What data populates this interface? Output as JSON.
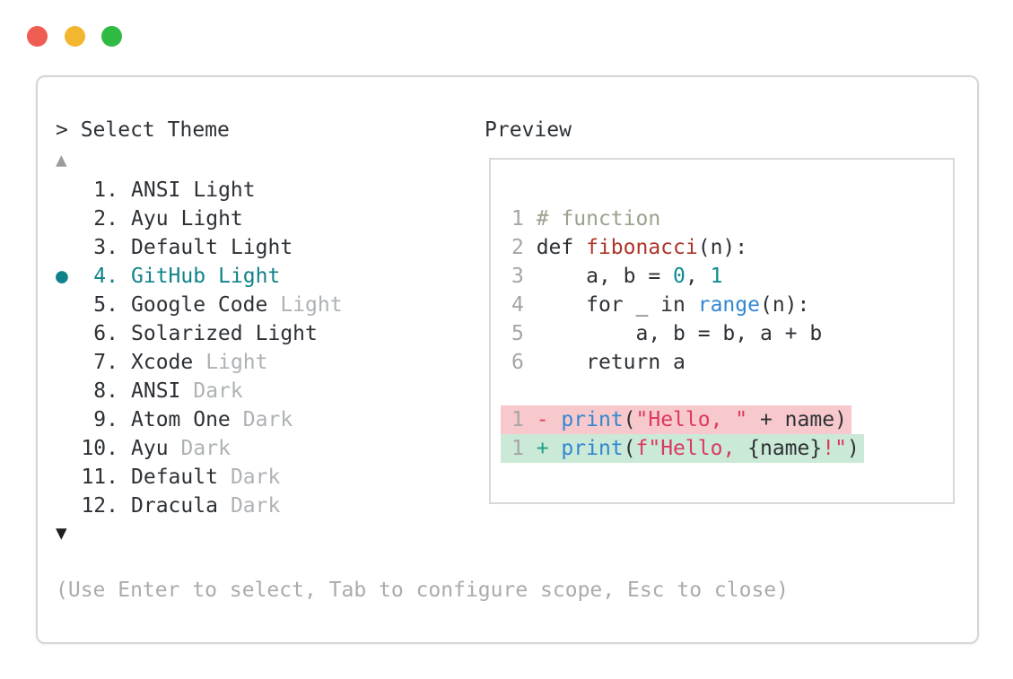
{
  "window_controls": [
    {
      "name": "close",
      "color": "#ee5c52"
    },
    {
      "name": "minimize",
      "color": "#f3b62f"
    },
    {
      "name": "zoom",
      "color": "#2fbb43"
    }
  ],
  "picker": {
    "prompt": "> Select Theme",
    "scroll_up_symbol": "▲",
    "scroll_down_symbol": "▼",
    "selected_bullet": "●",
    "hint": "(Use Enter to select, Tab to configure scope, Esc to close)",
    "items": [
      {
        "number": "1.",
        "name": "ANSI",
        "variant": "Light",
        "variant_dim": false,
        "selected": false
      },
      {
        "number": "2.",
        "name": "Ayu",
        "variant": "Light",
        "variant_dim": false,
        "selected": false
      },
      {
        "number": "3.",
        "name": "Default",
        "variant": "Light",
        "variant_dim": false,
        "selected": false
      },
      {
        "number": "4.",
        "name": "GitHub",
        "variant": "Light",
        "variant_dim": false,
        "selected": true
      },
      {
        "number": "5.",
        "name": "Google Code",
        "variant": "Light",
        "variant_dim": true,
        "selected": false
      },
      {
        "number": "6.",
        "name": "Solarized",
        "variant": "Light",
        "variant_dim": false,
        "selected": false
      },
      {
        "number": "7.",
        "name": "Xcode",
        "variant": "Light",
        "variant_dim": true,
        "selected": false
      },
      {
        "number": "8.",
        "name": "ANSI",
        "variant": "Dark",
        "variant_dim": true,
        "selected": false
      },
      {
        "number": "9.",
        "name": "Atom One",
        "variant": "Dark",
        "variant_dim": true,
        "selected": false
      },
      {
        "number": "10.",
        "name": "Ayu",
        "variant": "Dark",
        "variant_dim": true,
        "selected": false
      },
      {
        "number": "11.",
        "name": "Default",
        "variant": "Dark",
        "variant_dim": true,
        "selected": false
      },
      {
        "number": "12.",
        "name": "Dracula",
        "variant": "Dark",
        "variant_dim": true,
        "selected": false
      }
    ]
  },
  "preview": {
    "label": "Preview",
    "code_lines": [
      {
        "number": "1",
        "tokens": [
          {
            "text": "# function",
            "color": "comment"
          }
        ]
      },
      {
        "number": "2",
        "tokens": [
          {
            "text": "def ",
            "color": "text"
          },
          {
            "text": "fibonacci",
            "color": "function"
          },
          {
            "text": "(n):",
            "color": "text"
          }
        ]
      },
      {
        "number": "3",
        "tokens": [
          {
            "text": "    a, b = ",
            "color": "text"
          },
          {
            "text": "0",
            "color": "number"
          },
          {
            "text": ", ",
            "color": "text"
          },
          {
            "text": "1",
            "color": "number"
          }
        ]
      },
      {
        "number": "4",
        "tokens": [
          {
            "text": "    for _ in ",
            "color": "text"
          },
          {
            "text": "range",
            "color": "builtin"
          },
          {
            "text": "(n):",
            "color": "text"
          }
        ]
      },
      {
        "number": "5",
        "tokens": [
          {
            "text": "        a, b = b, a + b",
            "color": "text"
          }
        ]
      },
      {
        "number": "6",
        "tokens": [
          {
            "text": "    return a",
            "color": "text"
          }
        ]
      }
    ],
    "diff_lines": [
      {
        "number": "1",
        "kind": "removed",
        "tokens": [
          {
            "text": "- ",
            "color": "removed-sign"
          },
          {
            "text": "print",
            "color": "builtin"
          },
          {
            "text": "(",
            "color": "text"
          },
          {
            "text": "\"Hello, \"",
            "color": "string"
          },
          {
            "text": " + name)",
            "color": "text"
          }
        ]
      },
      {
        "number": "1",
        "kind": "added",
        "tokens": [
          {
            "text": "+ ",
            "color": "added-sign"
          },
          {
            "text": "print",
            "color": "builtin"
          },
          {
            "text": "(",
            "color": "text"
          },
          {
            "text": "f\"Hello, ",
            "color": "string"
          },
          {
            "text": "{name}",
            "color": "text"
          },
          {
            "text": "!\"",
            "color": "string"
          },
          {
            "text": ")",
            "color": "text"
          }
        ]
      }
    ]
  },
  "colors": {
    "accent_teal": "#10838a",
    "text": "#2d3136",
    "dim_gray": "#aeb2b5",
    "comment": "#9aa38f",
    "function_red": "#ae352a",
    "number_teal": "#0f8b8d",
    "builtin_blue": "#3287d1",
    "string_crimson": "#dc3960",
    "removed_bg": "#f8c9cc",
    "added_bg": "#cbe9d7",
    "traffic_red": "#ee5c52",
    "traffic_yellow": "#f3b62f",
    "traffic_green": "#2fbb43"
  }
}
